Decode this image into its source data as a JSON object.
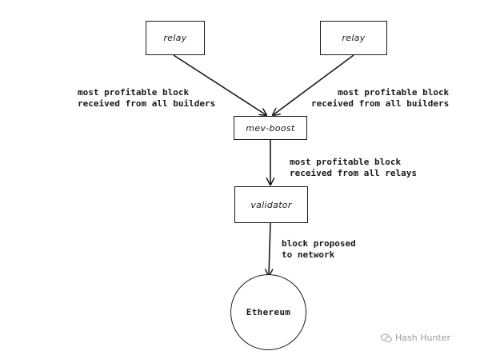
{
  "nodes": {
    "relay_left": "relay",
    "relay_right": "relay",
    "mev_boost": "mev-boost",
    "validator": "validator",
    "ethereum": "Ethereum"
  },
  "labels": {
    "left_line1": "most profitable block",
    "left_line2": "received from all builders",
    "right_line1": "most profitable block",
    "right_line2": "received from all builders",
    "middle_line1": "most profitable block",
    "middle_line2": "received from all relays",
    "bottom_line1": "block proposed",
    "bottom_line2": "to network"
  },
  "watermark": "Hash Hunter",
  "colors": {
    "stroke": "#1a1a1a",
    "watermark": "#9a9a9a"
  }
}
